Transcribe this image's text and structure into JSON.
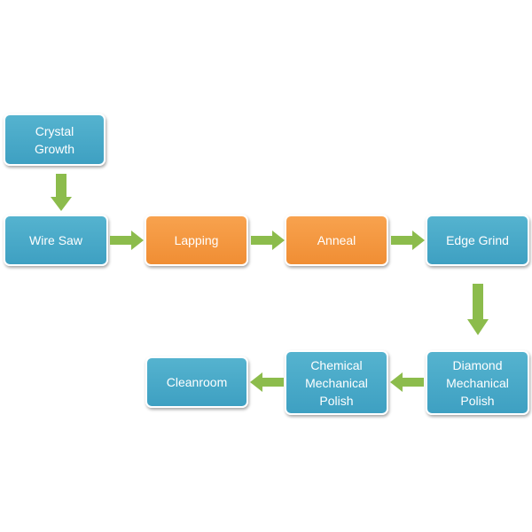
{
  "steps": {
    "crystal_growth": "Crystal\nGrowth",
    "wire_saw": "Wire Saw",
    "lapping": "Lapping",
    "anneal": "Anneal",
    "edge_grind": "Edge Grind",
    "diamond_polish": "Diamond\nMechanical\nPolish",
    "chemical_polish": "Chemical\nMechanical\nPolish",
    "cleanroom": "Cleanroom"
  },
  "colors": {
    "blue": "#46a6c6",
    "orange": "#f39640",
    "arrow": "#8cbc4c",
    "border": "#ffffff"
  }
}
